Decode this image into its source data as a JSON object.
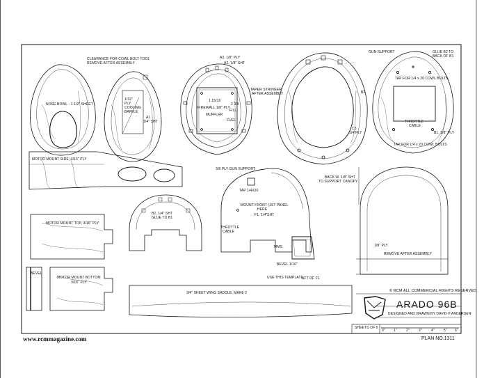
{
  "header": {
    "site": "www.rcmmagazine.com",
    "plan_no": "PLAN NO.1311"
  },
  "title_block": {
    "copyright": "© RCM ALL COMMERCIAL RIGHTS RESERVED",
    "title": "ARADO 96B",
    "designer": "DESIGNED AND DRAWN BY DAVID P ANDERSEN",
    "sheets": "SHEETS OF 6",
    "scale": [
      "0\"",
      "1\"",
      "2\"",
      "3\"",
      "4\"",
      "5\"",
      "6\""
    ]
  },
  "labels": {
    "clearance1": "CLEARANCE FOR COWL BOLT TOOL",
    "clearance2": "REMOVE AFTER ASSEMBLY",
    "nose_bowl": "NOSE BOWL - 1 1/2\" SHEET",
    "baffle1": "1/32\"",
    "baffle2": "PLY",
    "baffle3": "COOLING",
    "baffle4": "BAFFLE",
    "a1_1": "A1",
    "a1_2": "1/4\" SHT",
    "a3": "A3, 1/8\" PLY",
    "a2": "A2, 1/8\" SHT",
    "firewall": "FIREWALL 1/8\" PLY",
    "dim": "2 3/4",
    "dim2": "1 15/16",
    "fill": "FILL",
    "muffler": "MUFFLER",
    "fuel": "FUEL",
    "taper1": "TAPER STRINGER",
    "taper2": "AFTER ASSEMBLY",
    "c3_1": "C3",
    "c3_2": "1/4\"PLY",
    "gun_support": "GUN SUPPORT",
    "glue1": "GLUE B2 TO",
    "glue2": "BACK OF B1",
    "tap1": "TAP FOR 1/4 x 20 COWL BOLTS",
    "b2": "B2",
    "throttle1": "THROTTLE",
    "throttle2": "CABLE",
    "b1": "B1, 1/8\" PLY",
    "tap2": "TAP FOR 1/4 x 20 COWL BOLTS",
    "mm_side": "MOTOR MOUNT SIDE, 3/16\" PLY",
    "gun_ply": "3/8 PLY GUN SUPPORT",
    "tap3": "TAP 1/4X20",
    "mount_front1": "MOUNT FRONT (1ST PANEL",
    "mount_front2": "HERE",
    "f1": "F1, 1/4\"SHT",
    "throttle3": "THROTTLE",
    "throttle4": "CABLE",
    "back1": "BACK W. 1/8\" SHT",
    "back2": "TO SUPPORT CANOPY",
    "mm_top": "MOTOR MOUNT TOP, 3/16\" PLY",
    "b2b1": "B2, 1/4\" SHT",
    "b2b2": "GLUE TO B1",
    "mms": "MMS",
    "bevel116": "BEVEL 1/16\"",
    "use_template": "USE THIS TEMPLATE",
    "aft_f1": "AFT OF F1",
    "ply18": "1/8\" PLY",
    "remove": "REMOVE AFTER ASSEMBLY",
    "bevel": "BEVEL",
    "mm_bottom1": "MOTOR MOUNT BOTTOM",
    "mm_bottom2": "3/16\" PLY",
    "saddle": "3/4\" SHEET WING SADDLE, MAKE 2"
  },
  "colors": {
    "ink": "#111111",
    "paper": "#ffffff"
  }
}
